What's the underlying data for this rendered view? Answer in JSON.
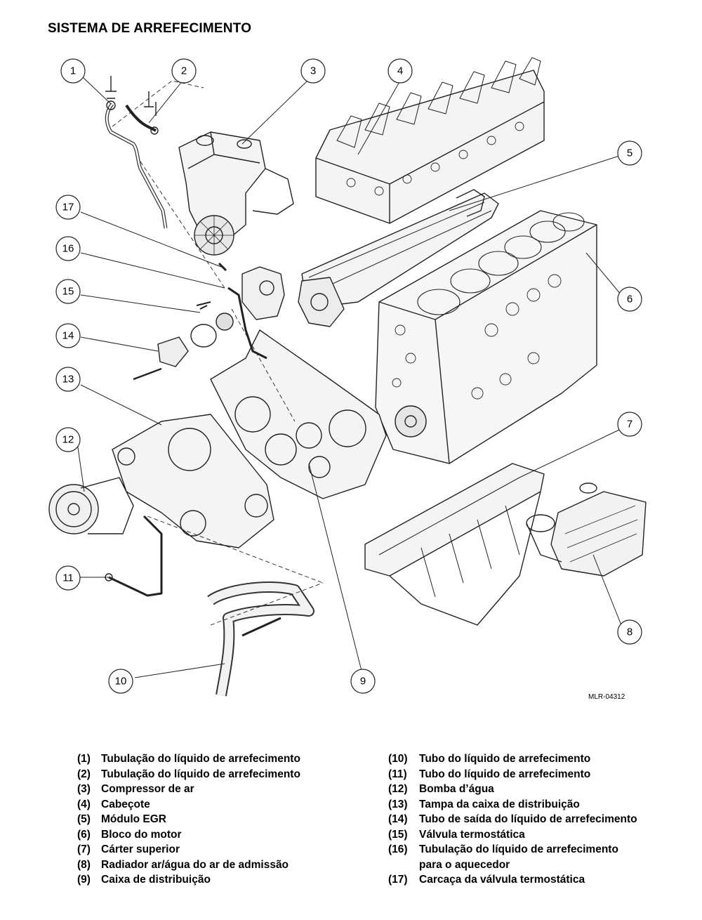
{
  "title": "SISTEMA DE ARREFECIMENTO",
  "figure_code": "MLR-04312",
  "callouts": [
    "1",
    "2",
    "3",
    "4",
    "5",
    "6",
    "7",
    "8",
    "9",
    "10",
    "11",
    "12",
    "13",
    "14",
    "15",
    "16",
    "17"
  ],
  "legend_left": [
    {
      "num": "(1)",
      "label": "Tubulação do líquido de arrefecimento"
    },
    {
      "num": "(2)",
      "label": "Tubulação do líquido de arrefecimento"
    },
    {
      "num": "(3)",
      "label": "Compressor de ar"
    },
    {
      "num": "(4)",
      "label": "Cabeçote"
    },
    {
      "num": "(5)",
      "label": "Módulo EGR"
    },
    {
      "num": "(6)",
      "label": "Bloco do motor"
    },
    {
      "num": "(7)",
      "label": "Cárter superior"
    },
    {
      "num": "(8)",
      "label": "Radiador ar/água do ar de admissão"
    },
    {
      "num": "(9)",
      "label": "Caixa de distribuição"
    }
  ],
  "legend_right": [
    {
      "num": "(10)",
      "label": "Tubo do líquido de arrefecimento"
    },
    {
      "num": "(11)",
      "label": "Tubo do líquido de arrefecimento"
    },
    {
      "num": "(12)",
      "label": "Bomba d’água"
    },
    {
      "num": "(13)",
      "label": "Tampa da caixa de distribuição"
    },
    {
      "num": "(14)",
      "label": "Tubo de saída do líquido de arrefecimento"
    },
    {
      "num": "(15)",
      "label": "Válvula termostática"
    },
    {
      "num": "(16)",
      "label": "Tubulação do líquido de arrefecimento",
      "cont": "para o aquecedor"
    },
    {
      "num": "(17)",
      "label": "Carcaça da válvula termostática"
    }
  ]
}
